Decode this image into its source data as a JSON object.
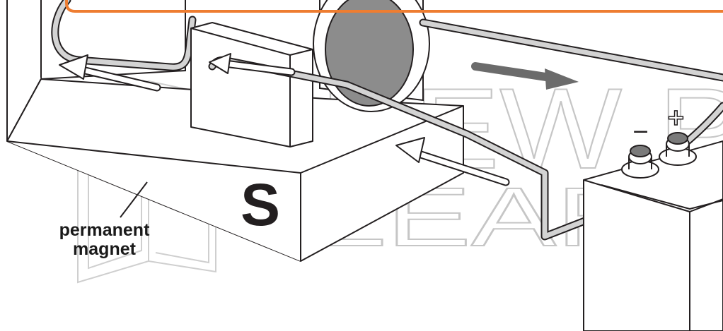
{
  "labels": {
    "magnet_line1": "permanent",
    "magnet_line2": "magnet",
    "south_pole": "S",
    "negative_terminal": "−",
    "positive_terminal": "+"
  },
  "watermark": {
    "line1": "NEW P",
    "line2": "LEARN"
  },
  "colors": {
    "callout_border": "#ee7d31",
    "line": "#231f20",
    "wire_fill": "#d3d3d3",
    "rotor": "#8c8c8c",
    "current_arrow": "#6b6b6b",
    "watermark": "#bcbcbc"
  }
}
